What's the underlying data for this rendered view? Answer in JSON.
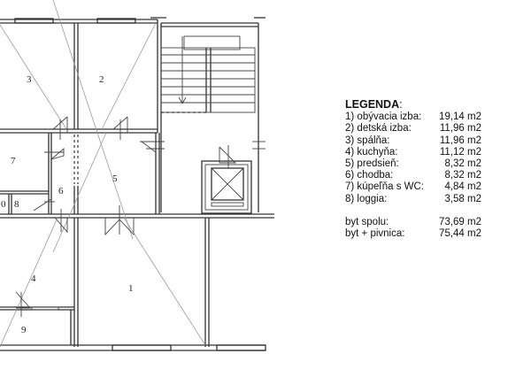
{
  "legend": {
    "title": "LEGENDA",
    "colon": ":",
    "rooms": [
      {
        "label": "1) obývacia izba:",
        "area": "19,14 m2"
      },
      {
        "label": "2) detská izba:",
        "area": "11,96 m2"
      },
      {
        "label": "3) spálňa:",
        "area": "11,96 m2"
      },
      {
        "label": "4) kuchyňa:",
        "area": "11,12 m2"
      },
      {
        "label": "5) predsieň:",
        "area": "8,32 m2"
      },
      {
        "label": "6) chodba:",
        "area": "8,32 m2"
      },
      {
        "label": "7) kúpeľňa s WC:",
        "area": "4,84 m2"
      },
      {
        "label": "8) loggia:",
        "area": "3,58 m2"
      }
    ],
    "totals": [
      {
        "label": "byt spolu:",
        "area": "73,69 m2"
      },
      {
        "label": "byt + pivnica:",
        "area": "75,44 m2"
      }
    ]
  },
  "plan": {
    "room_numbers": {
      "r1": "1",
      "r2": "2",
      "r3": "3",
      "r4": "4",
      "r5": "5",
      "r6": "6",
      "r7": "7",
      "r8": "8",
      "r9": "9",
      "r10": "0"
    },
    "icons": [
      "staircase-icon",
      "elevator-icon",
      "door-icon",
      "window-icon"
    ]
  }
}
